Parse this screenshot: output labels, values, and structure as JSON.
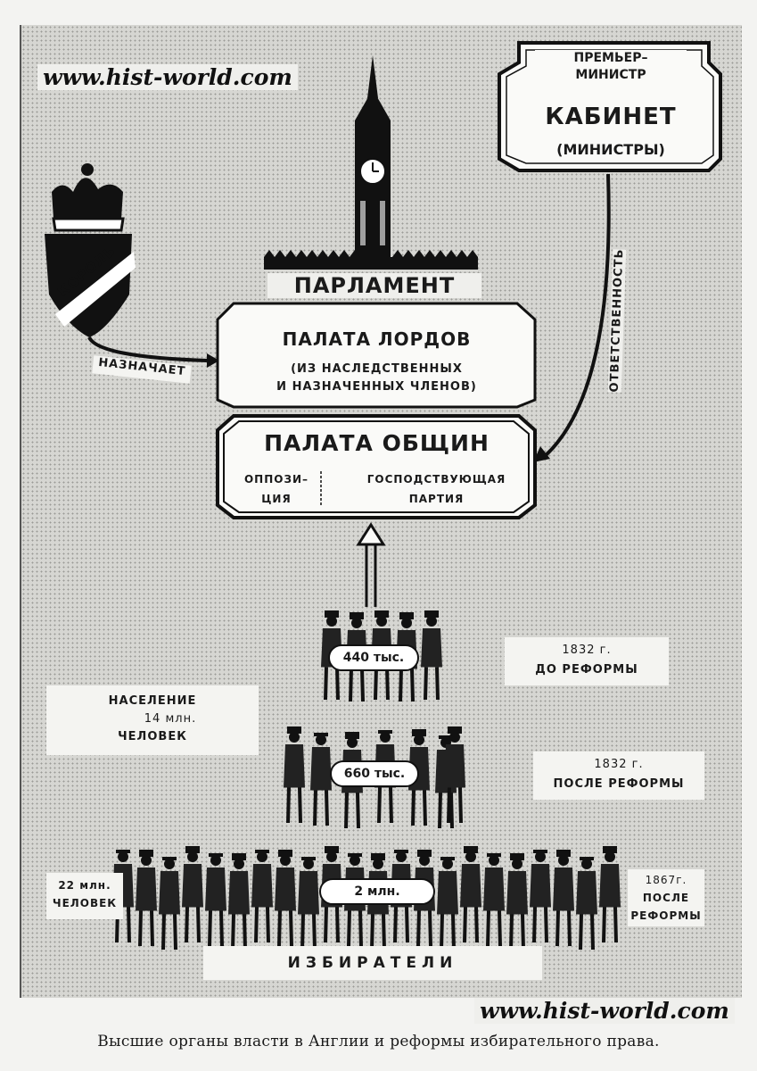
{
  "watermark": {
    "top_left": "www.hist-world.com",
    "bottom_right": "www.hist-world.com"
  },
  "king": {
    "label": "КОРОЛЬ",
    "appoints": "НАЗНАЧАЕТ"
  },
  "cabinet": {
    "pm": "ПРЕМЬЕР–МИНИСТР",
    "title": "КАБИНЕТ",
    "sub": "(МИНИСТРЫ)",
    "responsibility": "ОТВЕТСТВЕННОСТЬ"
  },
  "parliament": {
    "title": "ПАРЛАМЕНТ"
  },
  "lords": {
    "title": "ПАЛАТА ЛОРДОВ",
    "sub1": "(ИЗ НАСЛЕДСТВЕННЫХ",
    "sub2": "И НАЗНАЧЕННЫХ ЧЛЕНОВ)"
  },
  "commons": {
    "title": "ПАЛАТА ОБЩИН",
    "opp1": "ОППОЗИ–",
    "opp2": "ЦИЯ",
    "rul1": "ГОСПОДСТВУЮЩАЯ",
    "rul2": "ПАРТИЯ"
  },
  "population": {
    "l1": "НАСЕЛЕНИЕ",
    "l2": "14 млн.",
    "l3": "ЧЕЛОВЕК"
  },
  "tiers": [
    {
      "count": "440 тыс.",
      "year": "1832 г.",
      "note": "ДО РЕФОРМЫ"
    },
    {
      "count": "660 тыс.",
      "year": "1832 г.",
      "note": "ПОСЛЕ РЕФОРМЫ"
    },
    {
      "count": "2 млн.",
      "year": "1867г.",
      "note1": "ПОСЛЕ",
      "note2": "РЕФОРМЫ"
    }
  ],
  "population2": {
    "l1": "22 млн.",
    "l2": "ЧЕЛОВЕК"
  },
  "voters": "ИЗБИРАТЕЛИ",
  "caption": "Высшие органы власти в Англии и реформы избирательного права."
}
